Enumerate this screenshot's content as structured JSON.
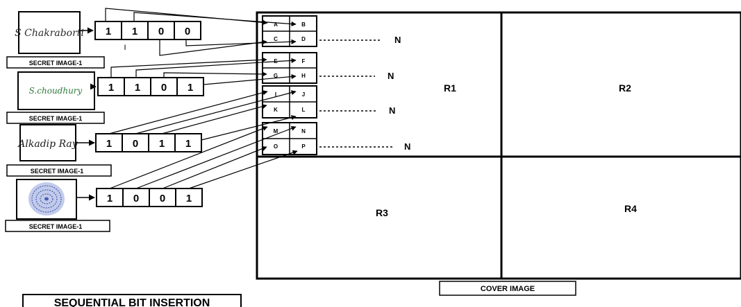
{
  "secret_rows": [
    {
      "signature": "S Chakraborti",
      "caption": "SECRET IMAGE-1",
      "bits": [
        "1",
        "1",
        "0",
        "0"
      ],
      "icon": "signature-image"
    },
    {
      "signature": "S.choudhury",
      "caption": "SECRET IMAGE-1",
      "bits": [
        "1",
        "1",
        "0",
        "1"
      ],
      "icon": "signature-image"
    },
    {
      "signature": "Alkadip Ray",
      "caption": "SECRET IMAGE-1",
      "bits": [
        "1",
        "0",
        "1",
        "1"
      ],
      "icon": "signature-image"
    },
    {
      "signature": "",
      "caption": "SECRET IMAGE-1",
      "bits": [
        "1",
        "0",
        "0",
        "1"
      ],
      "icon": "fingerprint-image"
    }
  ],
  "pixel_groups": [
    {
      "cells": [
        "A",
        "B",
        "C",
        "D"
      ],
      "n_label": "N"
    },
    {
      "cells": [
        "E",
        "F",
        "G",
        "H"
      ],
      "n_label": "N"
    },
    {
      "cells": [
        "I",
        "J",
        "K",
        "L"
      ],
      "n_label": "N"
    },
    {
      "cells": [
        "M",
        "N",
        "O",
        "P"
      ],
      "n_label": "N"
    }
  ],
  "regions": [
    "R1",
    "R2",
    "R3",
    "R4"
  ],
  "cover_label": "COVER IMAGE",
  "title": "SEQUENTIAL BIT INSERTION",
  "stray_mark": "I",
  "colors": {
    "line": "#000000",
    "fingerprint": "#4a5fb0",
    "signature_ink": "#2a2a2a",
    "signature2_ink": "#2f7a3a"
  }
}
